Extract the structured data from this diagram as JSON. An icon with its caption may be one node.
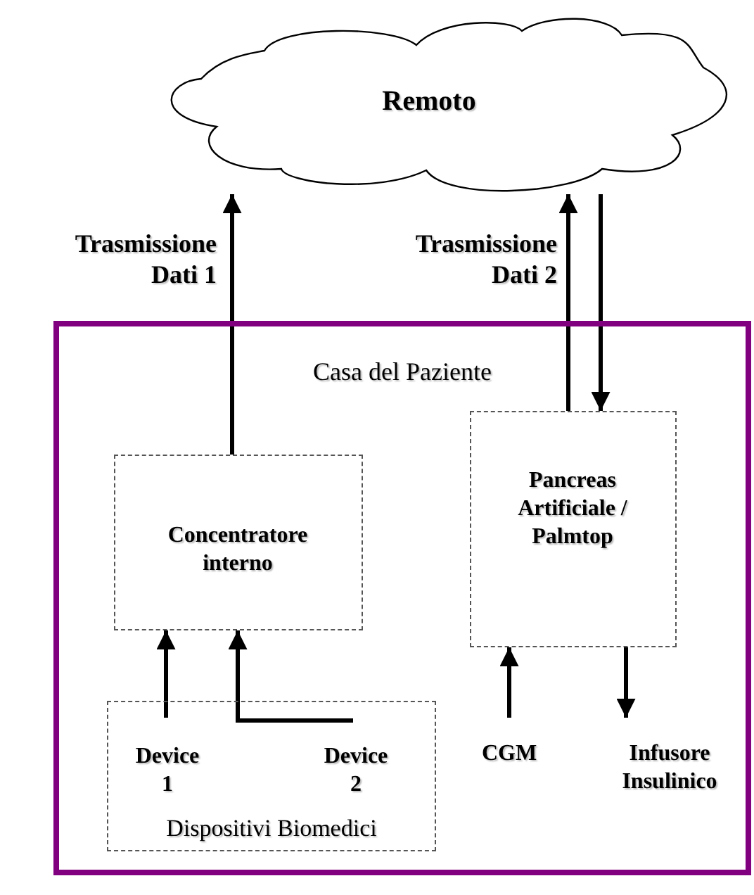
{
  "diagram": {
    "nodes": [
      {
        "text": [
          "Remoto"
        ]
      },
      {
        "text": [
          "Casa del Paziente"
        ]
      },
      {
        "text": [
          "Concentratore interno"
        ],
        "in": 1
      },
      {
        "text": [
          "Pancreas Artificiale / Palmtop"
        ],
        "in": 1
      },
      {
        "text": [
          "Dispositivi Biomedici"
        ],
        "in": 1
      },
      {
        "text": [
          "Device 1"
        ],
        "in": 4
      },
      {
        "text": [
          "Device 2"
        ],
        "in": 4
      },
      {
        "text": [
          "CGM"
        ],
        "in": 1
      },
      {
        "text": [
          "Infusore Insulinico"
        ],
        "in": 1
      }
    ],
    "edges": [
      {
        "from": 2,
        "to": 0,
        "arrow": "to",
        "label": "Trasmissione Dati 1"
      },
      {
        "from": 3,
        "to": 0,
        "arrow": "to",
        "label": "Trasmissione Dati 2"
      },
      {
        "from": 0,
        "to": 3,
        "arrow": "to"
      },
      {
        "from": 5,
        "to": 2,
        "arrow": "to"
      },
      {
        "from": 6,
        "to": 2,
        "arrow": "to"
      },
      {
        "from": 7,
        "to": 3,
        "arrow": "to"
      },
      {
        "from": 3,
        "to": 8,
        "arrow": "to"
      }
    ]
  }
}
